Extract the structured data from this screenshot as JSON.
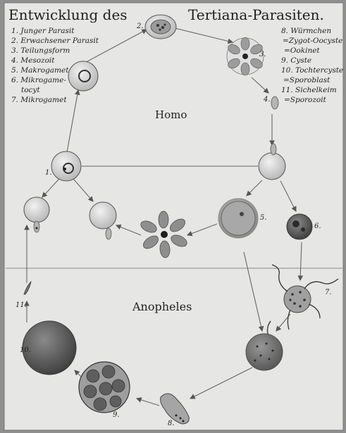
{
  "title_left": "Entwicklung des",
  "title_right": "Tertiana-Parasiten.",
  "legend_left": [
    "1. Junger Parasit",
    "2. Erwachsener Parasit",
    "3. Teilungsform",
    "4. Mesozoit",
    "5. Makrogamet",
    "6. Mikrogame-",
    "     tocyt",
    "7. Mikrogamet"
  ],
  "legend_right": [
    "8. Würmchen",
    "=Zygot-Oocyste",
    "=Ookinet",
    "9. Cyste",
    "10. Tochtercyste",
    "=Sporoblast",
    "11. Sichelkeim",
    "=Sporozoit"
  ],
  "host_upper": "Homo",
  "host_lower": "Anopheles",
  "stage_numbers": {
    "n1": "1.",
    "n2": "2.",
    "n3": "3.",
    "n4": "4.",
    "n5": "5.",
    "n6": "6.",
    "n7": "7.",
    "n8": "8.",
    "n9": "9.",
    "n10": "10.",
    "n11": "11."
  },
  "colors": {
    "paper": "#e6e6e4",
    "ink": "#1f1f1f",
    "cell": "#d9d9d9",
    "dark": "#4a4a4a"
  }
}
